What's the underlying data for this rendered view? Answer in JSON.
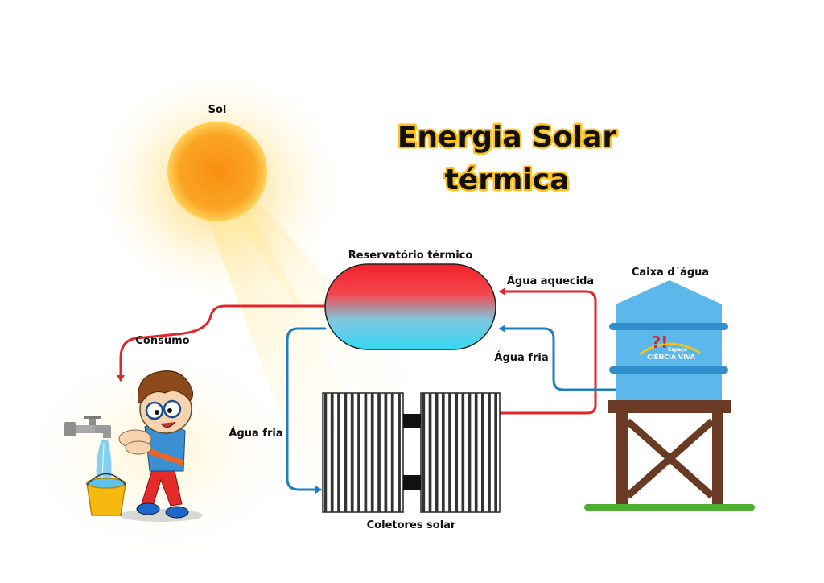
{
  "title": {
    "line1": "Energia Solar",
    "line2": "térmica"
  },
  "labels": {
    "sun": "Sol",
    "reservoir": "Reservatório térmico",
    "hot_water": "Água aquecida",
    "cold_water_right": "Água fria",
    "cold_water_left": "Água fria",
    "water_tank": "Caixa d´água",
    "consumption": "Consumo",
    "collectors": "Coletores solar"
  },
  "logo": {
    "mark": "?!",
    "line1": "Espaço",
    "line2": "CIÊNCIA VIVA"
  },
  "colors": {
    "hot_pipe": "#e0262b",
    "cold_pipe": "#1f7dc0",
    "sun": "#f7a21a",
    "tank": "#5cb8ea",
    "tower": "#6b3a24",
    "ground": "#4caf2f",
    "title_outline": "#ffc21a"
  }
}
